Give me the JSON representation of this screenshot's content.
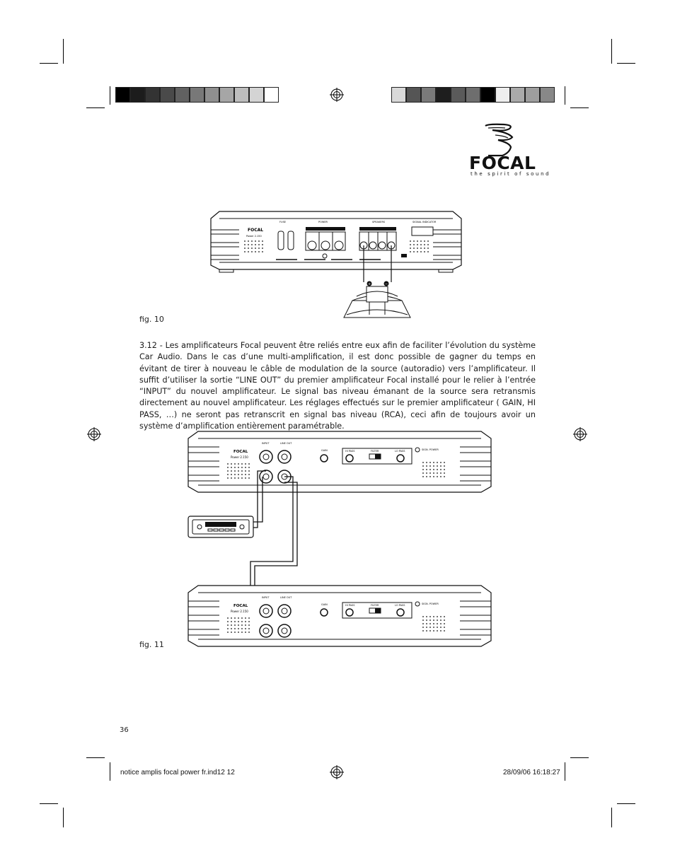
{
  "swatches": {
    "left": [
      "#000000",
      "#1c1c1c",
      "#333333",
      "#4a4a4a",
      "#616161",
      "#787878",
      "#8f8f8f",
      "#a6a6a6",
      "#bdbdbd",
      "#d4d4d4",
      "#ffffff"
    ],
    "right": [
      "#d9d9d9",
      "#555555",
      "#7a7a7a",
      "#1e1e1e",
      "#5a5a5a",
      "#6e6e6e",
      "#000000",
      "#eeeeee",
      "#aaaaaa",
      "#9e9e9e",
      "#888888"
    ]
  },
  "logo": {
    "brand": "FOCAL",
    "tagline": "the spirit of sound"
  },
  "fig10": {
    "caption": "fig. 10",
    "labels": {
      "model": "Power 2.150",
      "fuse": "FUSE",
      "power": "POWER",
      "speakers": "SPEAKERS",
      "signal": "SIGNAL INDICATOR",
      "brand": "FOCAL"
    }
  },
  "section": {
    "number": "3.12 -",
    "text": " Les amplificateurs Focal peuvent être reliés entre eux afin de faciliter l’évolution du système Car Audio. Dans le cas d’une multi-amplification, il est donc possible de gagner du temps en évitant de tirer à nouveau le câble de modulation de la source (autoradio) vers l’amplificateur. Il suffit d’utiliser la sortie “LINE OUT” du premier amplificateur Focal installé pour le relier à l’entrée “INPUT” du nouvel amplificateur. Le signal bas niveau émanant de la source sera retransmis directement au nouvel amplificateur. Les réglages effectués sur le premier amplificateur ( GAIN, HI PASS, …) ne seront pas retranscrit en signal bas niveau (RCA), ceci afin de toujours avoir un système d’amplification entièrement paramétrable."
  },
  "fig11": {
    "caption": "fig. 11",
    "labels": {
      "model": "Power 2.150",
      "input": "INPUT",
      "lineout": "LINE OUT",
      "gain": "GAIN",
      "hipass": "HI PASS",
      "filter": "FILTER",
      "lopass": "LO PASS",
      "brand": "FOCAL",
      "status": "SIGN. POWER"
    }
  },
  "page_number": "36",
  "footer": {
    "file": "notice amplis focal power fr.ind12   12",
    "date": "28/09/06   16:18:27"
  }
}
